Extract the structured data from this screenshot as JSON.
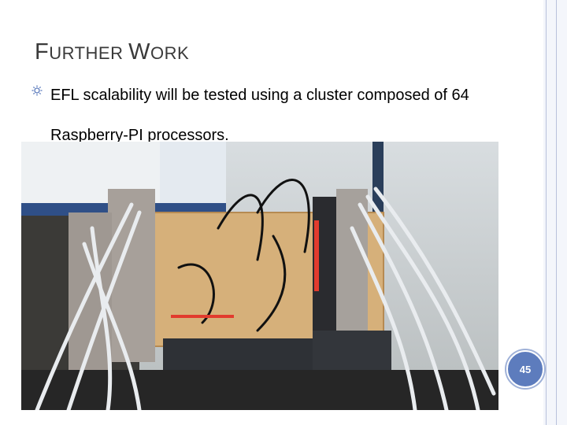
{
  "slide": {
    "title_first_initial": "F",
    "title_first_rest": "URTHER",
    "title_second_initial": "W",
    "title_second_rest": "ORK",
    "bullet_icon": "sun-bullet-icon",
    "bullet_text": "EFL scalability will be tested using a cluster composed of 64 Raspberry-PI processors.",
    "photo_subject": "cluster-photo",
    "slide_number": "45"
  },
  "colors": {
    "accent": "#5d7cbd",
    "title_text": "#3a3a3a",
    "rule_lines": "#b9c2dc"
  }
}
